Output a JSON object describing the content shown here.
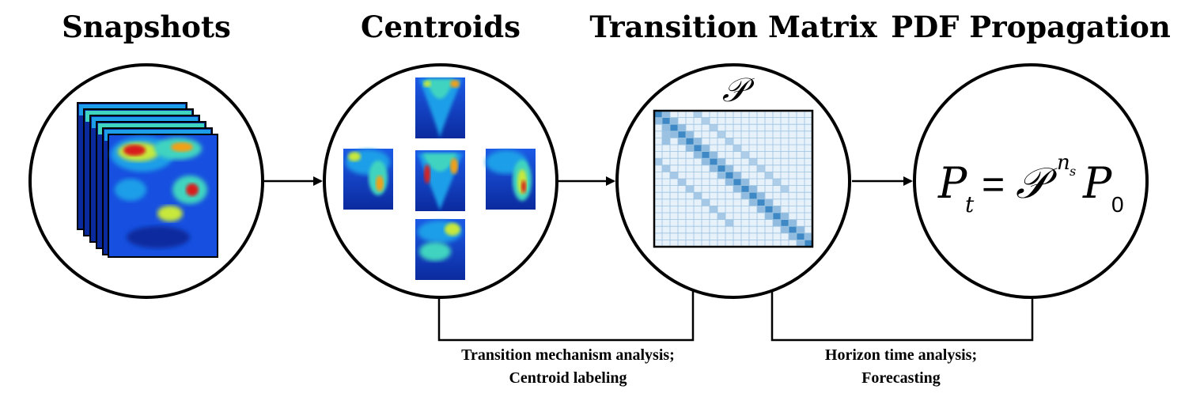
{
  "stages": [
    {
      "title": "Snapshots"
    },
    {
      "title": "Centroids"
    },
    {
      "title": "Transition Matrix",
      "matrix_symbol": "𝒫"
    },
    {
      "title": "PDF Propagation"
    }
  ],
  "equation": {
    "lhs": "P",
    "lhs_sub": "t",
    "equals": "=",
    "op": "𝒫",
    "exp": "n",
    "exp_sub": "s",
    "rhs": "P",
    "rhs_sub": "0"
  },
  "annotations": [
    {
      "line1": "Transition mechanism analysis;",
      "line2": "Centroid labeling"
    },
    {
      "line1": "Horizon time analysis;",
      "line2": "Forecasting"
    }
  ],
  "colors": {
    "heatmap": [
      "#0b2a9e",
      "#1750e0",
      "#1c9ee8",
      "#3fd4c0",
      "#c8e83a",
      "#f2a019",
      "#d81e1e"
    ],
    "matrix_dark": "#2a7cbf",
    "matrix_grid": "#9cc3e0",
    "matrix_bg": "#e6f1fa"
  }
}
